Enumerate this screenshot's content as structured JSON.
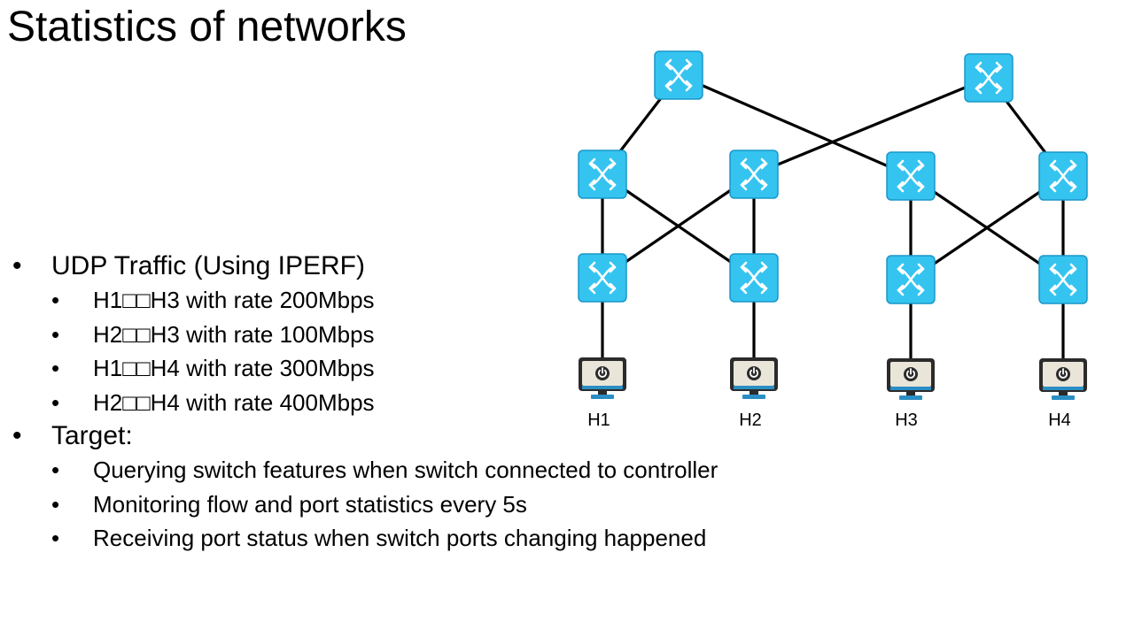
{
  "slide": {
    "title": "Statistics of networks"
  },
  "bullets": [
    {
      "text": "UDP Traffic (Using IPERF)",
      "children": [
        "H1□□H3 with rate 200Mbps",
        "H2□□H3 with rate 100Mbps",
        "H1□□H4 with rate 300Mbps",
        "H2□□H4 with rate 400Mbps"
      ]
    },
    {
      "text": "Target:",
      "children": [
        "Querying switch features when switch connected to controller",
        "Monitoring flow and port statistics every 5s",
        "Receiving port status when switch ports changing happened"
      ]
    }
  ],
  "bullet_glyph": "•",
  "topology": {
    "hosts": [
      "H1",
      "H2",
      "H3",
      "H4"
    ],
    "colors": {
      "switch_fill": "#35c4f0",
      "switch_border": "#1a97c9",
      "link": "#000000",
      "host_screen": "#e9e5d8",
      "host_frame": "#2b2b2b",
      "host_base": "#2a8ec4"
    },
    "icons": {
      "switch": "switch-icon",
      "host": "computer-power-icon"
    }
  }
}
